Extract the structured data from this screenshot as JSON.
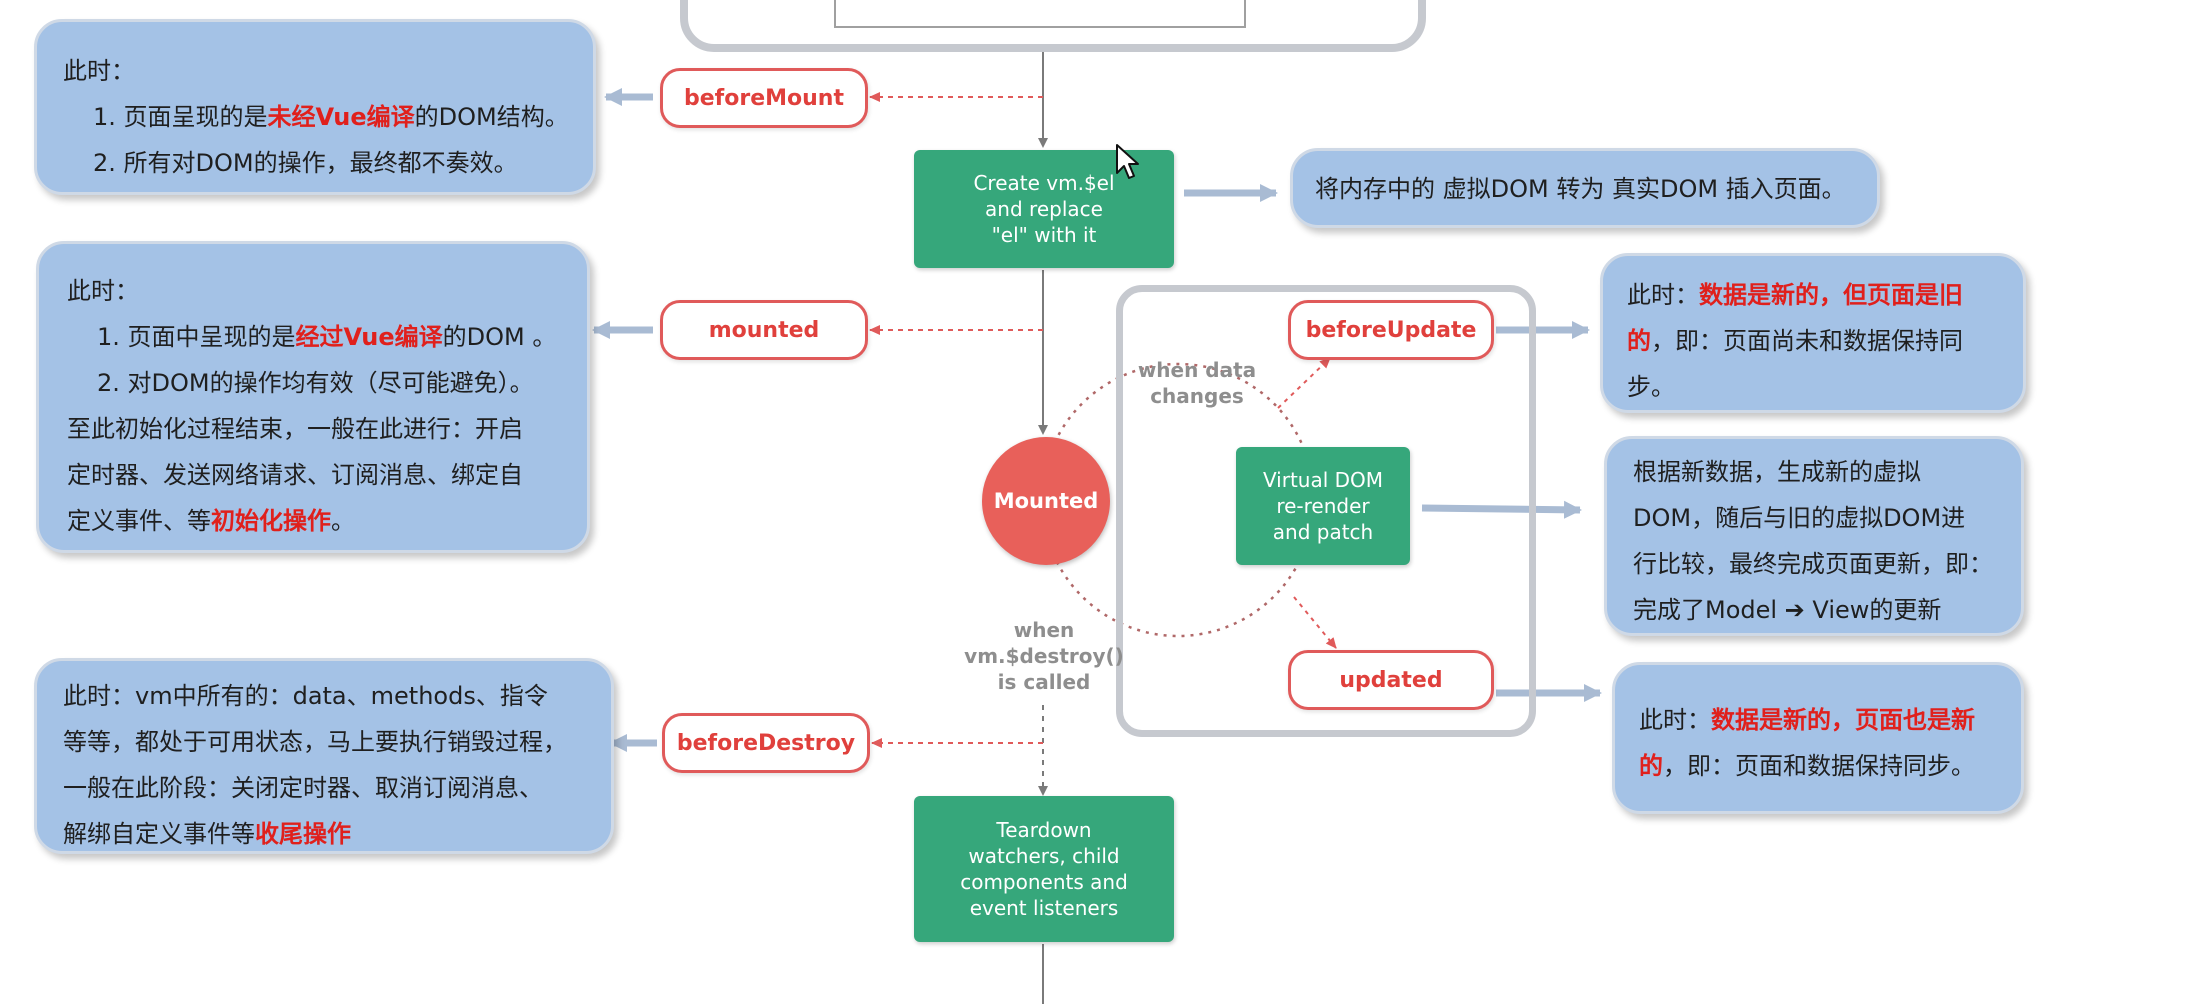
{
  "notes": {
    "before_mount": {
      "heading": "此时：",
      "line1": {
        "prefix": "1. 页面呈现的是",
        "highlight": "未经Vue编译",
        "suffix": "的DOM结构。"
      },
      "line2": "2. 所有对DOM的操作，最终都不奏效。"
    },
    "mounted": {
      "heading": "此时：",
      "line1": {
        "prefix": "1. 页面中呈现的是",
        "highlight": "经过Vue编译",
        "suffix": "的DOM 。"
      },
      "line2": "2. 对DOM的操作均有效（尽可能避免）。",
      "line3": "至此初始化过程结束，一般在此进行：开启",
      "line4": "定时器、发送网络请求、订阅消息、绑定自",
      "line5": {
        "prefix": "定义事件、等",
        "highlight": "初始化操作",
        "suffix": "。"
      }
    },
    "before_destroy": {
      "line1": "此时：vm中所有的：data、methods、指令",
      "line2": "等等，都处于可用状态，马上要执行销毁过程，",
      "line3": "一般在此阶段：关闭定时器、取消订阅消息、",
      "line4": {
        "prefix": "解绑自定义事件等",
        "highlight": "收尾操作"
      }
    },
    "el_replace": {
      "prefix": "将内存中的 虚拟DOM 转为 真实DOM 插入页面。"
    },
    "before_update": {
      "line1": {
        "prefix": "此时：",
        "highlight": "数据是新的，但页面是旧"
      },
      "line2": {
        "highlight": "的",
        "suffix": "，即：页面尚未和数据保持同"
      },
      "line3": "步。"
    },
    "rerender": {
      "line1": "根据新数据，生成新的虚拟",
      "line2": "DOM，随后与旧的虚拟DOM进",
      "line3": "行比较，最终完成页面更新，即：",
      "line4": "完成了Model ➔ View的更新"
    },
    "updated": {
      "line1": {
        "prefix": "此时：",
        "highlight": "数据是新的，页面也是新"
      },
      "line2": {
        "highlight": "的",
        "suffix": "，即：页面和数据保持同步。"
      }
    }
  },
  "hooks": {
    "before_mount": "beforeMount",
    "mounted": "mounted",
    "before_destroy": "beforeDestroy",
    "before_update": "beforeUpdate",
    "updated": "updated"
  },
  "steps": {
    "create_el": [
      "Create vm.$el",
      "and replace",
      "\"el\" with it"
    ],
    "virtual_dom": [
      "Virtual DOM",
      "re-render",
      "and patch"
    ],
    "teardown": [
      "Teardown",
      "watchers, child",
      "components and",
      "event listeners"
    ]
  },
  "mounted_state": "Mounted",
  "labels": {
    "when_data_changes": [
      "when data",
      "changes"
    ],
    "when_destroy": [
      "when",
      "vm.$destroy()",
      "is called"
    ]
  },
  "colors": {
    "note_fill": "#a4c2e6",
    "hook_border": "#e05a5a",
    "step_fill": "#36a77b",
    "mounted_fill": "#e8605a",
    "highlight_text": "#e0201c"
  }
}
